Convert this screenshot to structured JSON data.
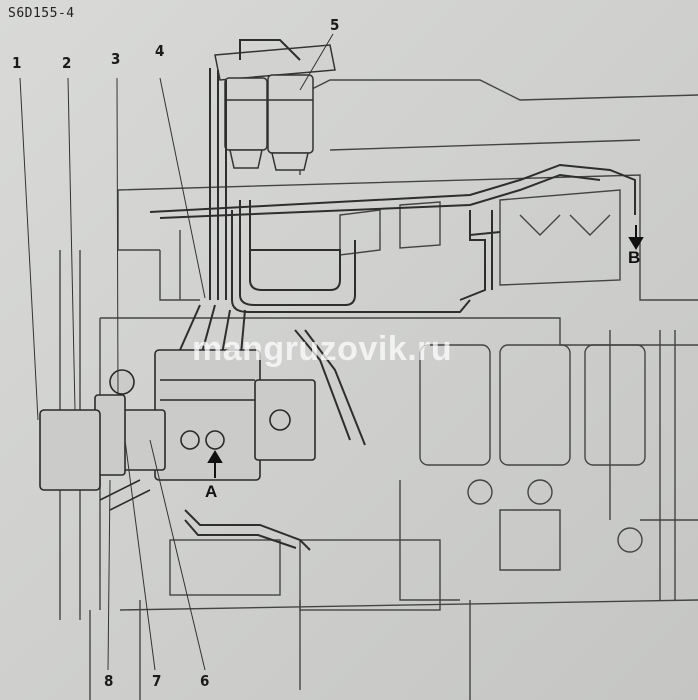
{
  "document_code": "S6D155-4",
  "callouts": {
    "c1": "1",
    "c2": "2",
    "c3": "3",
    "c4": "4",
    "c5": "5",
    "c6": "6",
    "c7": "7",
    "c8": "8"
  },
  "flow_labels": {
    "inlet": "A",
    "outlet": "B"
  },
  "watermark": "mangruzovik.ru",
  "colors": {
    "paper": "#cfd0ce",
    "ink": "#2a2a2a"
  }
}
